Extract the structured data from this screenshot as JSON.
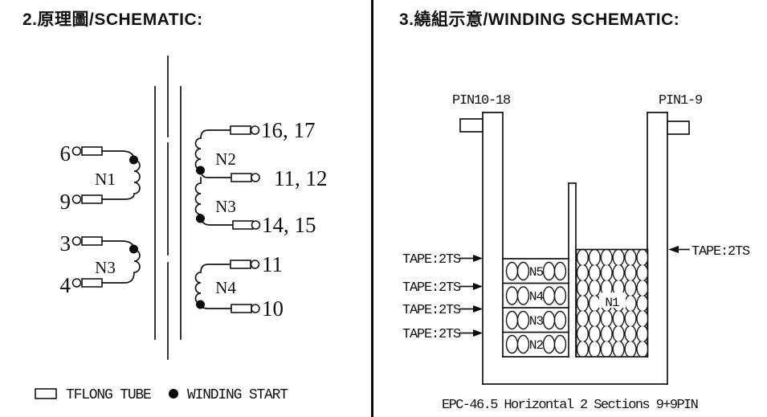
{
  "schematic": {
    "title": "2.原理圖/SCHEMATIC:",
    "primary_windings": [
      {
        "label": "N1",
        "pin_top": "6",
        "pin_bottom": "9"
      },
      {
        "label": "N3",
        "pin_top": "3",
        "pin_bottom": "4"
      }
    ],
    "secondary_windings": [
      {
        "label": "N2",
        "pin_top": "16, 17",
        "pin_bottom": "11, 12"
      },
      {
        "label": "N3",
        "pin_top": "11, 12",
        "pin_bottom": "14, 15"
      },
      {
        "label": "N4",
        "pin_top": "11",
        "pin_bottom": "10"
      }
    ],
    "legend": [
      {
        "symbol": "tube-symbol",
        "label": "TFLONG TUBE"
      },
      {
        "symbol": "winding-start-dot",
        "label": "WINDING START"
      }
    ]
  },
  "winding_schematic": {
    "title": "3.繞組示意/WINDING SCHEMATIC:",
    "pin_group_left": "PIN10-18",
    "pin_group_right": "PIN1-9",
    "tape_labels_left": [
      "TAPE:2TS",
      "TAPE:2TS",
      "TAPE:2TS",
      "TAPE:2TS"
    ],
    "tape_label_right": "TAPE:2TS",
    "left_section_layers": [
      "N5",
      "N4",
      "N3",
      "N2"
    ],
    "right_section_label": "N1",
    "caption": "EPC-46.5 Horizontal 2 Sections 9+9PIN"
  },
  "colors": {
    "ink": "#151515",
    "background": "#ffffff"
  }
}
